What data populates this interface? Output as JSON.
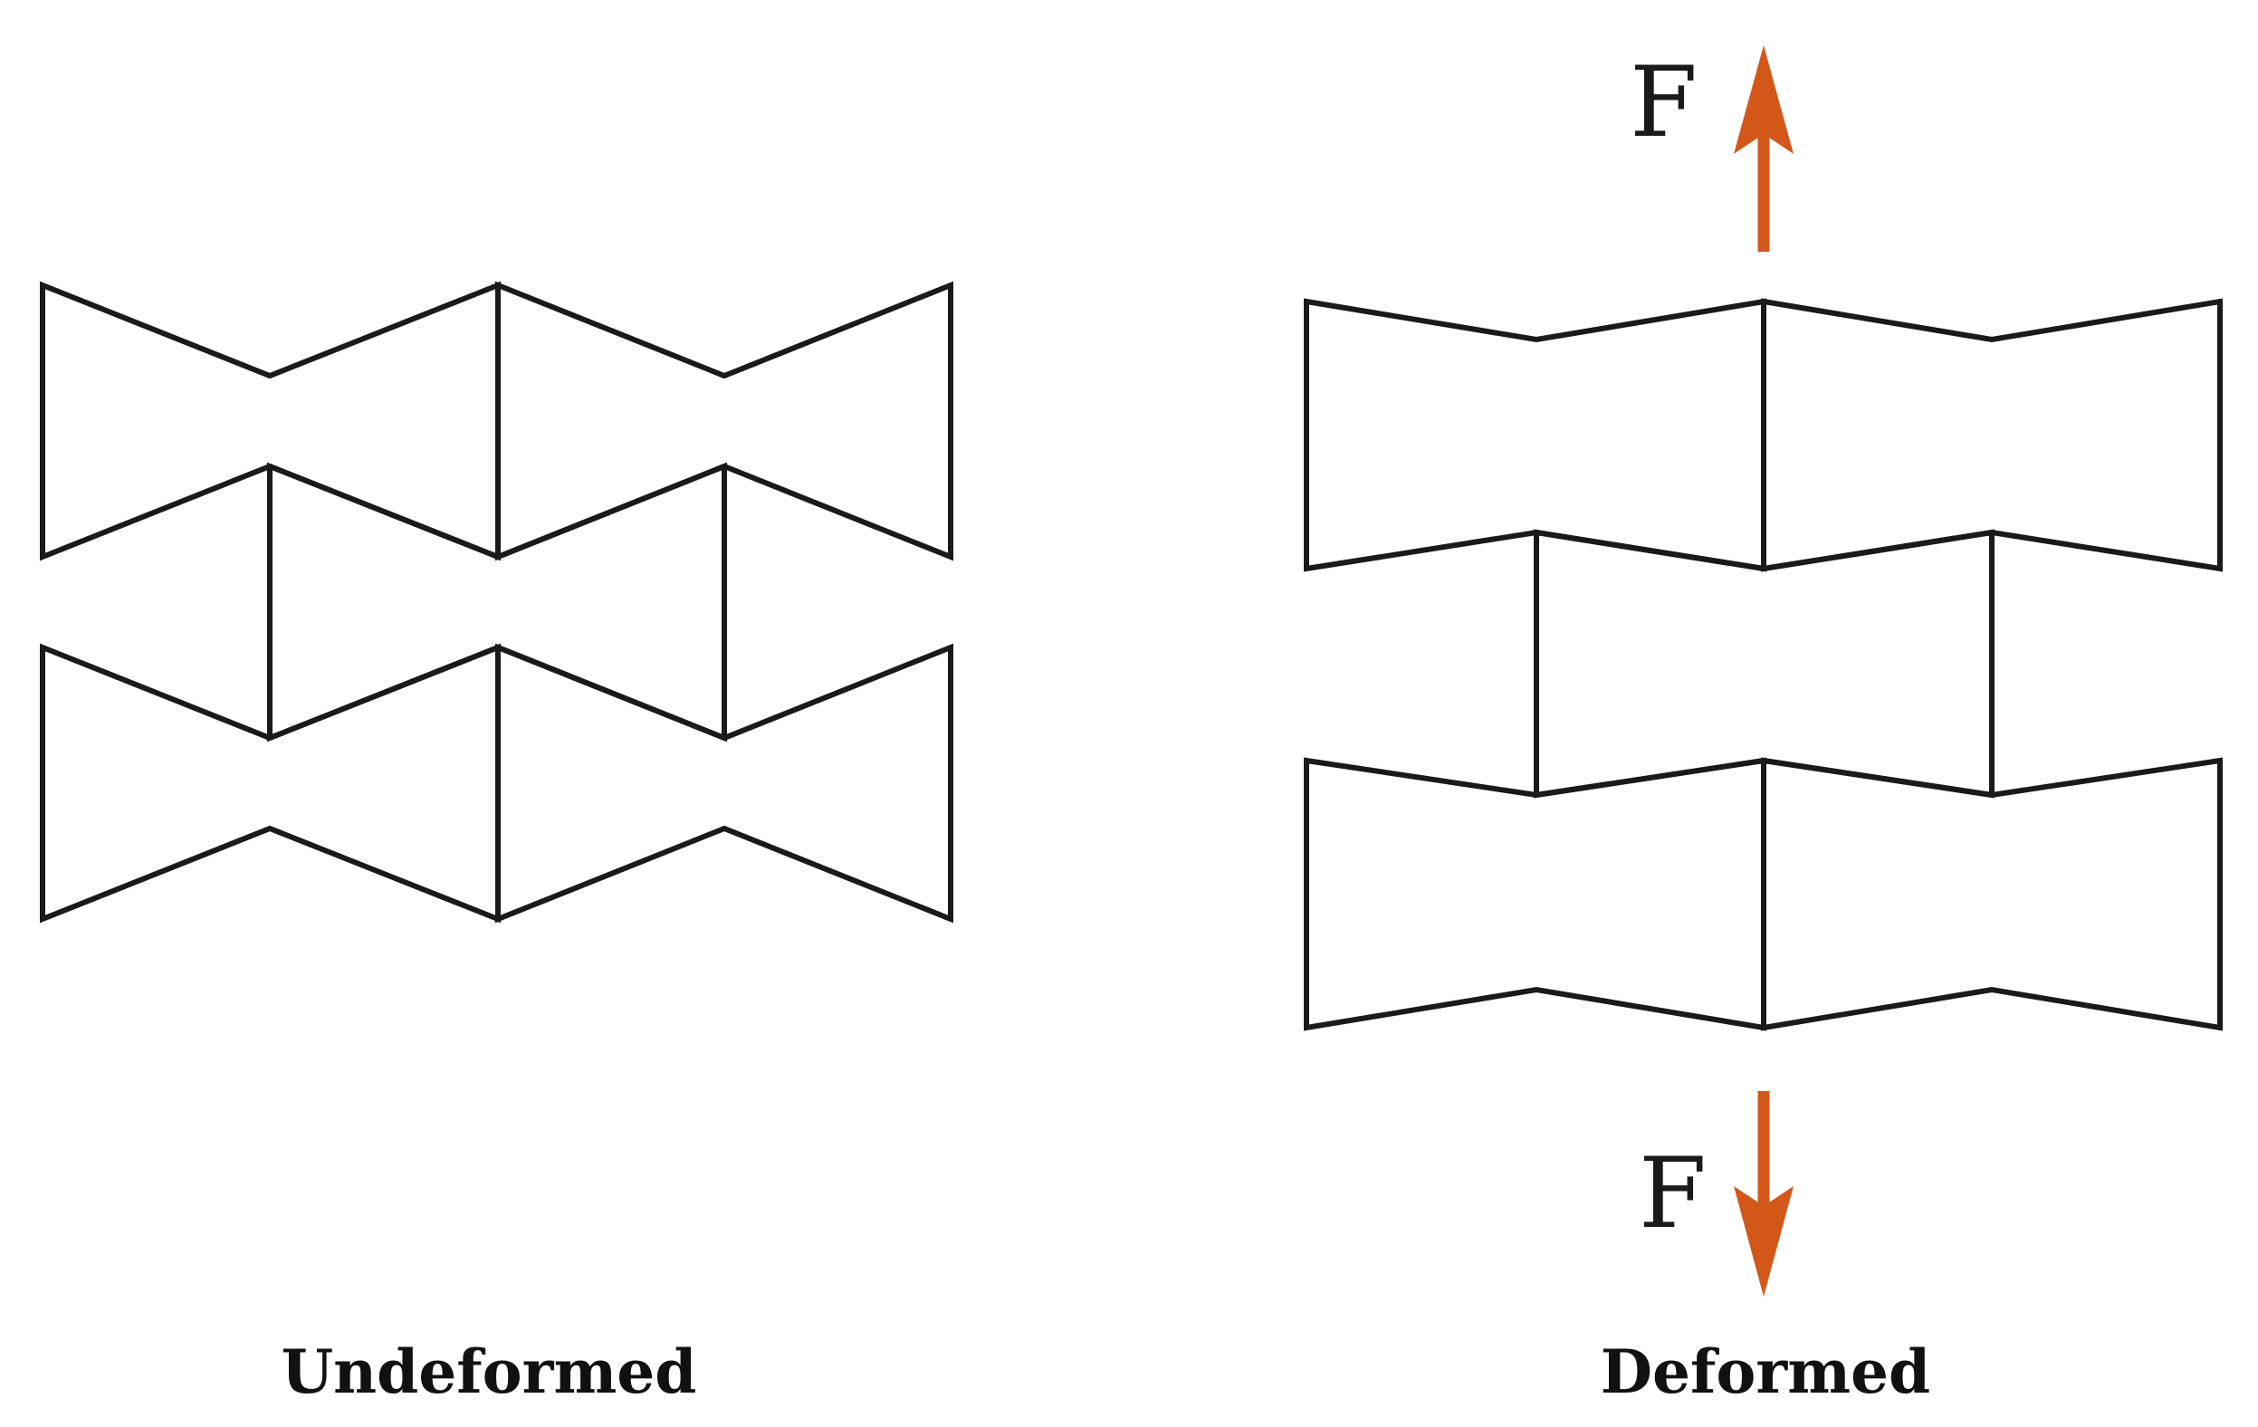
{
  "panels": {
    "undeformed": {
      "caption": "Undeformed"
    },
    "deformed": {
      "caption": "Deformed",
      "force_top_label": "F",
      "force_bottom_label": "F"
    }
  },
  "colors": {
    "lattice": "#1a1a1a",
    "force_arrow": "#d4571a",
    "background": "#ffffff"
  }
}
